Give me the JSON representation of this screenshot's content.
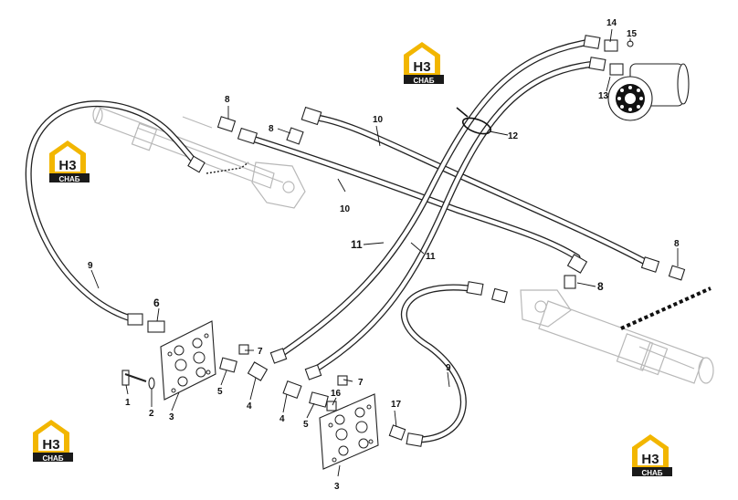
{
  "logo": {
    "mark": "H3",
    "caption": "CHAБ",
    "color_gold": "#f2b600",
    "color_dark": "#1a1a1a"
  },
  "callouts": {
    "c1": "1",
    "c2": "2",
    "c3a": "3",
    "c3b": "3",
    "c4a": "4",
    "c4b": "4",
    "c5a": "5",
    "c5b": "5",
    "c6": "6",
    "c7a": "7",
    "c7b": "7",
    "c8a": "8",
    "c8b": "8",
    "c8c": "8",
    "c8d": "8",
    "c9a": "9",
    "c9b": "9",
    "c10a": "10",
    "c10b": "10",
    "c11a": "11",
    "c11b": "11",
    "c12": "12",
    "c13": "13",
    "c14": "14",
    "c15": "15",
    "c16": "16",
    "c17": "17"
  }
}
